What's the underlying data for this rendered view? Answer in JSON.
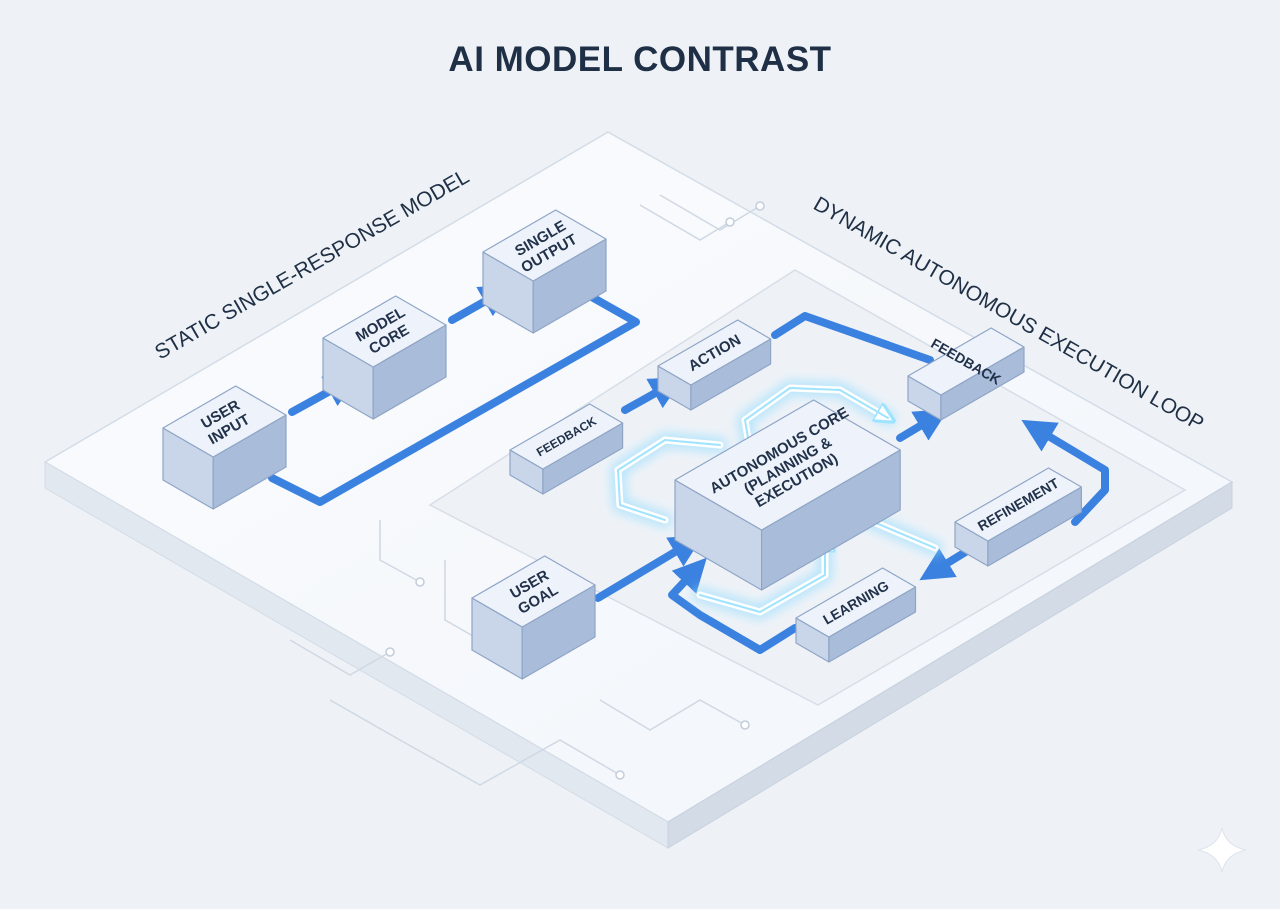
{
  "title": "AI MODEL CONTRAST",
  "sections": {
    "static": "STATIC SINGLE-RESPONSE MODEL",
    "dynamic": "DYNAMIC AUTONOMOUS EXECUTION LOOP"
  },
  "blocks": {
    "user_input": [
      "USER",
      "INPUT"
    ],
    "model_core": [
      "MODEL",
      "CORE"
    ],
    "single_output": [
      "SINGLE",
      "OUTPUT"
    ],
    "action": [
      "ACTION"
    ],
    "feedback": [
      "FEEDBACK"
    ],
    "feedback_garbled": [
      "FEEDBACK"
    ],
    "core": [
      "AUTONOMOUS CORE",
      "(PLANNING &",
      "EXECUTION)"
    ],
    "refinement": [
      "REFINEMENT"
    ],
    "learning": [
      "LEARNING"
    ],
    "user_goal": [
      "USER",
      "GOAL"
    ]
  },
  "colors": {
    "accent": "#3b82e0",
    "glow": "#8fdcff",
    "block_top": "#eef3fb",
    "block_left": "#c9d6ea",
    "block_right": "#a9bcda",
    "platform": "#f8fafd"
  }
}
